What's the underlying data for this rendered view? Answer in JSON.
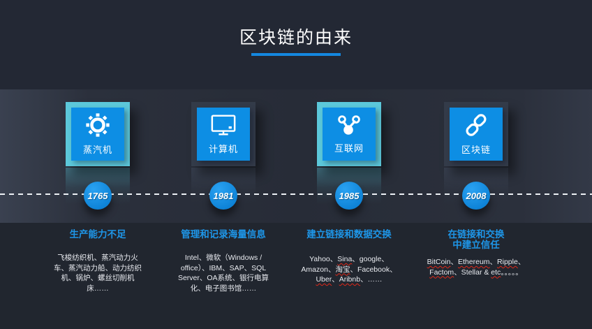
{
  "title": "区块链的由来",
  "colors": {
    "accent_underline": "#1488e0",
    "card_blue": "#0d8ee4",
    "highlight_teal": "#5cc8da",
    "heading_blue": "#1e96e8",
    "year_circle_blue": "#1793ea",
    "band_top": "#232834",
    "band_mid": "#2c313d",
    "band_bottom": "#21262f"
  },
  "timeline": {
    "items": [
      {
        "id": "steam-engine",
        "icon": "gear-icon",
        "box_label": "蒸汽机",
        "year": "1765",
        "highlighted": true,
        "heading": "生产能力不足",
        "body_segments": [
          {
            "t": "飞梭纺织机、蒸汽动力火车、蒸汽动力船、动力纺织机、锅炉、螺丝切削机床……",
            "sq": false
          }
        ]
      },
      {
        "id": "computer",
        "icon": "monitor-icon",
        "box_label": "计算机",
        "year": "1981",
        "highlighted": false,
        "heading": "管理和记录海量信息",
        "body_segments": [
          {
            "t": "Intel、微软（Windows / office）、IBM、SAP、SQL Server、OA系统、银行电算化、电子图书馆……",
            "sq": false
          }
        ]
      },
      {
        "id": "internet",
        "icon": "network-icon",
        "box_label": "互联网",
        "year": "1985",
        "highlighted": true,
        "heading": "建立链接和数据交换",
        "body_segments": [
          {
            "t": "Yahoo、",
            "sq": false
          },
          {
            "t": "Sina",
            "sq": true
          },
          {
            "t": "、google、Amazon、",
            "sq": false
          },
          {
            "t": "淘宝",
            "sq": true
          },
          {
            "t": "、Facebook、",
            "sq": false
          },
          {
            "t": "Uber",
            "sq": true
          },
          {
            "t": "、",
            "sq": false
          },
          {
            "t": "Aribnb",
            "sq": true
          },
          {
            "t": "、……",
            "sq": false
          }
        ]
      },
      {
        "id": "blockchain",
        "icon": "chain-link-icon",
        "box_label": "区块链",
        "year": "2008",
        "highlighted": false,
        "heading": "在链接和交换\n中建立信任",
        "body_segments": [
          {
            "t": "BitCoin",
            "sq": true
          },
          {
            "t": "、",
            "sq": false
          },
          {
            "t": "Ethereum",
            "sq": true
          },
          {
            "t": "、",
            "sq": false
          },
          {
            "t": "Ripple",
            "sq": true
          },
          {
            "t": "、",
            "sq": false
          },
          {
            "t": "Factom",
            "sq": true
          },
          {
            "t": "、Stellar & ",
            "sq": false
          },
          {
            "t": "etc",
            "sq": true
          },
          {
            "t": "。。。。。",
            "sq": false
          }
        ]
      }
    ]
  }
}
